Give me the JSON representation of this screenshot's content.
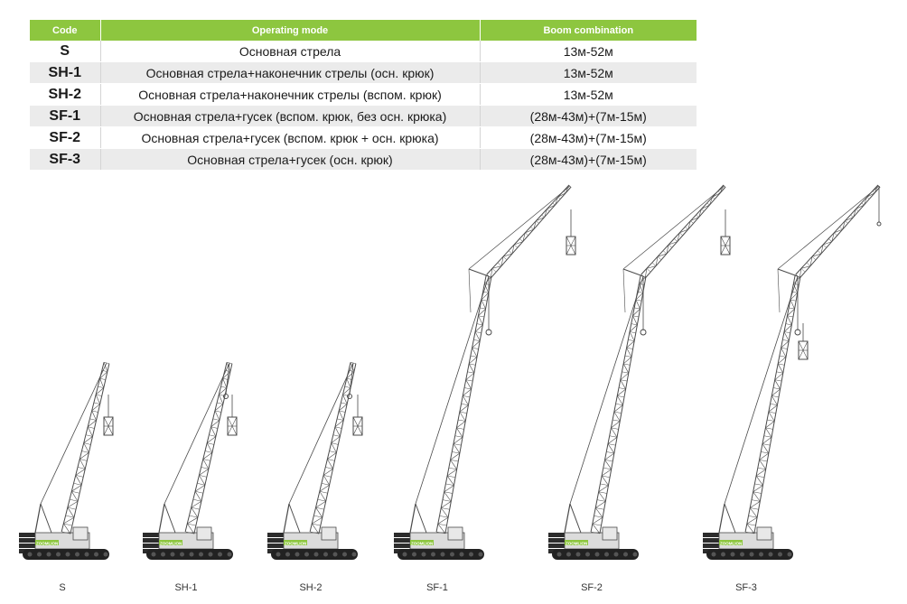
{
  "table": {
    "headers": {
      "code": "Code",
      "mode": "Operating mode",
      "boom": "Boom combination"
    },
    "rows": [
      {
        "code": "S",
        "mode": "Основная стрела",
        "boom": "13м-52м"
      },
      {
        "code": "SH-1",
        "mode": "Основная стрела+наконечник стрелы (осн. крюк)",
        "boom": "13м-52м"
      },
      {
        "code": "SH-2",
        "mode": "Основная стрела+наконечник стрелы (вспом. крюк)",
        "boom": "13м-52м"
      },
      {
        "code": "SF-1",
        "mode": "Основная стрела+гусек (вспом. крюк, без осн. крюка)",
        "boom": "(28м-43м)+(7м-15м)"
      },
      {
        "code": "SF-2",
        "mode": "Основная стрела+гусек (вспом. крюк + осн. крюка)",
        "boom": "(28м-43м)+(7м-15м)"
      },
      {
        "code": "SF-3",
        "mode": "Основная стрела+гусек (осн. крюк)",
        "boom": "(28м-43м)+(7м-15м)"
      }
    ]
  },
  "brand_text": "ZOOMLION",
  "colors": {
    "header_green": "#8dc63f",
    "crane_line": "#4a4a4a",
    "track": "#222222"
  },
  "cranes": [
    {
      "label": "S",
      "type": "main"
    },
    {
      "label": "SH-1",
      "type": "tip"
    },
    {
      "label": "SH-2",
      "type": "tip"
    },
    {
      "label": "SF-1",
      "type": "jib"
    },
    {
      "label": "SF-2",
      "type": "jib"
    },
    {
      "label": "SF-3",
      "type": "jib"
    }
  ]
}
